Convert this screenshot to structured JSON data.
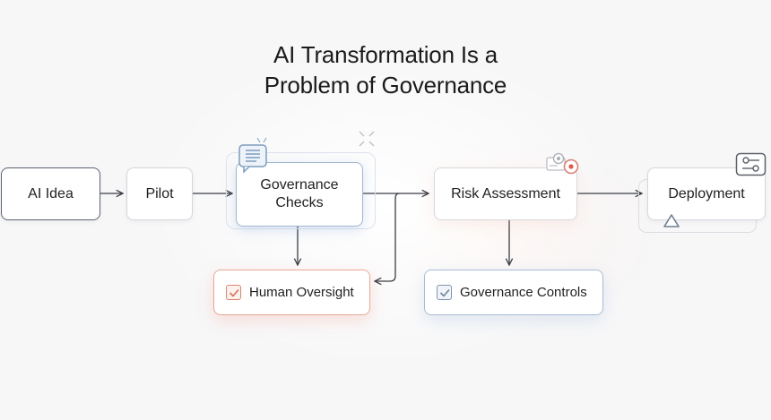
{
  "title": {
    "line1": "AI Transformation Is a",
    "line2": "Problem of Governance"
  },
  "nodes": {
    "ai_idea": {
      "label": "AI Idea"
    },
    "pilot": {
      "label": "Pilot"
    },
    "governance_checks": {
      "label_line1": "Governance",
      "label_line2": "Checks",
      "icon": "chat-document-icon"
    },
    "risk_assessment": {
      "label": "Risk Assessment",
      "icon": "alert-record-icon"
    },
    "deployment": {
      "label": "Deployment",
      "icon": "sliders-icon",
      "badge_icon": "triangle-warning-icon"
    },
    "human_oversight": {
      "label": "Human Oversight",
      "icon": "checkbox-checked-icon"
    },
    "governance_controls": {
      "label": "Governance Controls",
      "icon": "checkbox-checked-icon"
    }
  },
  "edges": [
    {
      "from": "AI Idea",
      "to": "Pilot"
    },
    {
      "from": "Pilot",
      "to": "Governance Checks"
    },
    {
      "from": "Governance Checks",
      "to": "Risk Assessment"
    },
    {
      "from": "Governance Checks",
      "to": "Human Oversight"
    },
    {
      "from": "Risk Assessment",
      "to": "Deployment"
    },
    {
      "from": "Risk Assessment",
      "to": "Governance Controls"
    },
    {
      "from": "Governance Checks/Risk Assessment junction",
      "to": "Human Oversight"
    }
  ],
  "colors": {
    "background": "#f7f7f8",
    "node_border": "#c9ccd3",
    "governance_blue": "#9fb6d2",
    "oversight_red": "#e8a797",
    "alert_red": "#e0584a",
    "text": "#1f1f1f"
  }
}
